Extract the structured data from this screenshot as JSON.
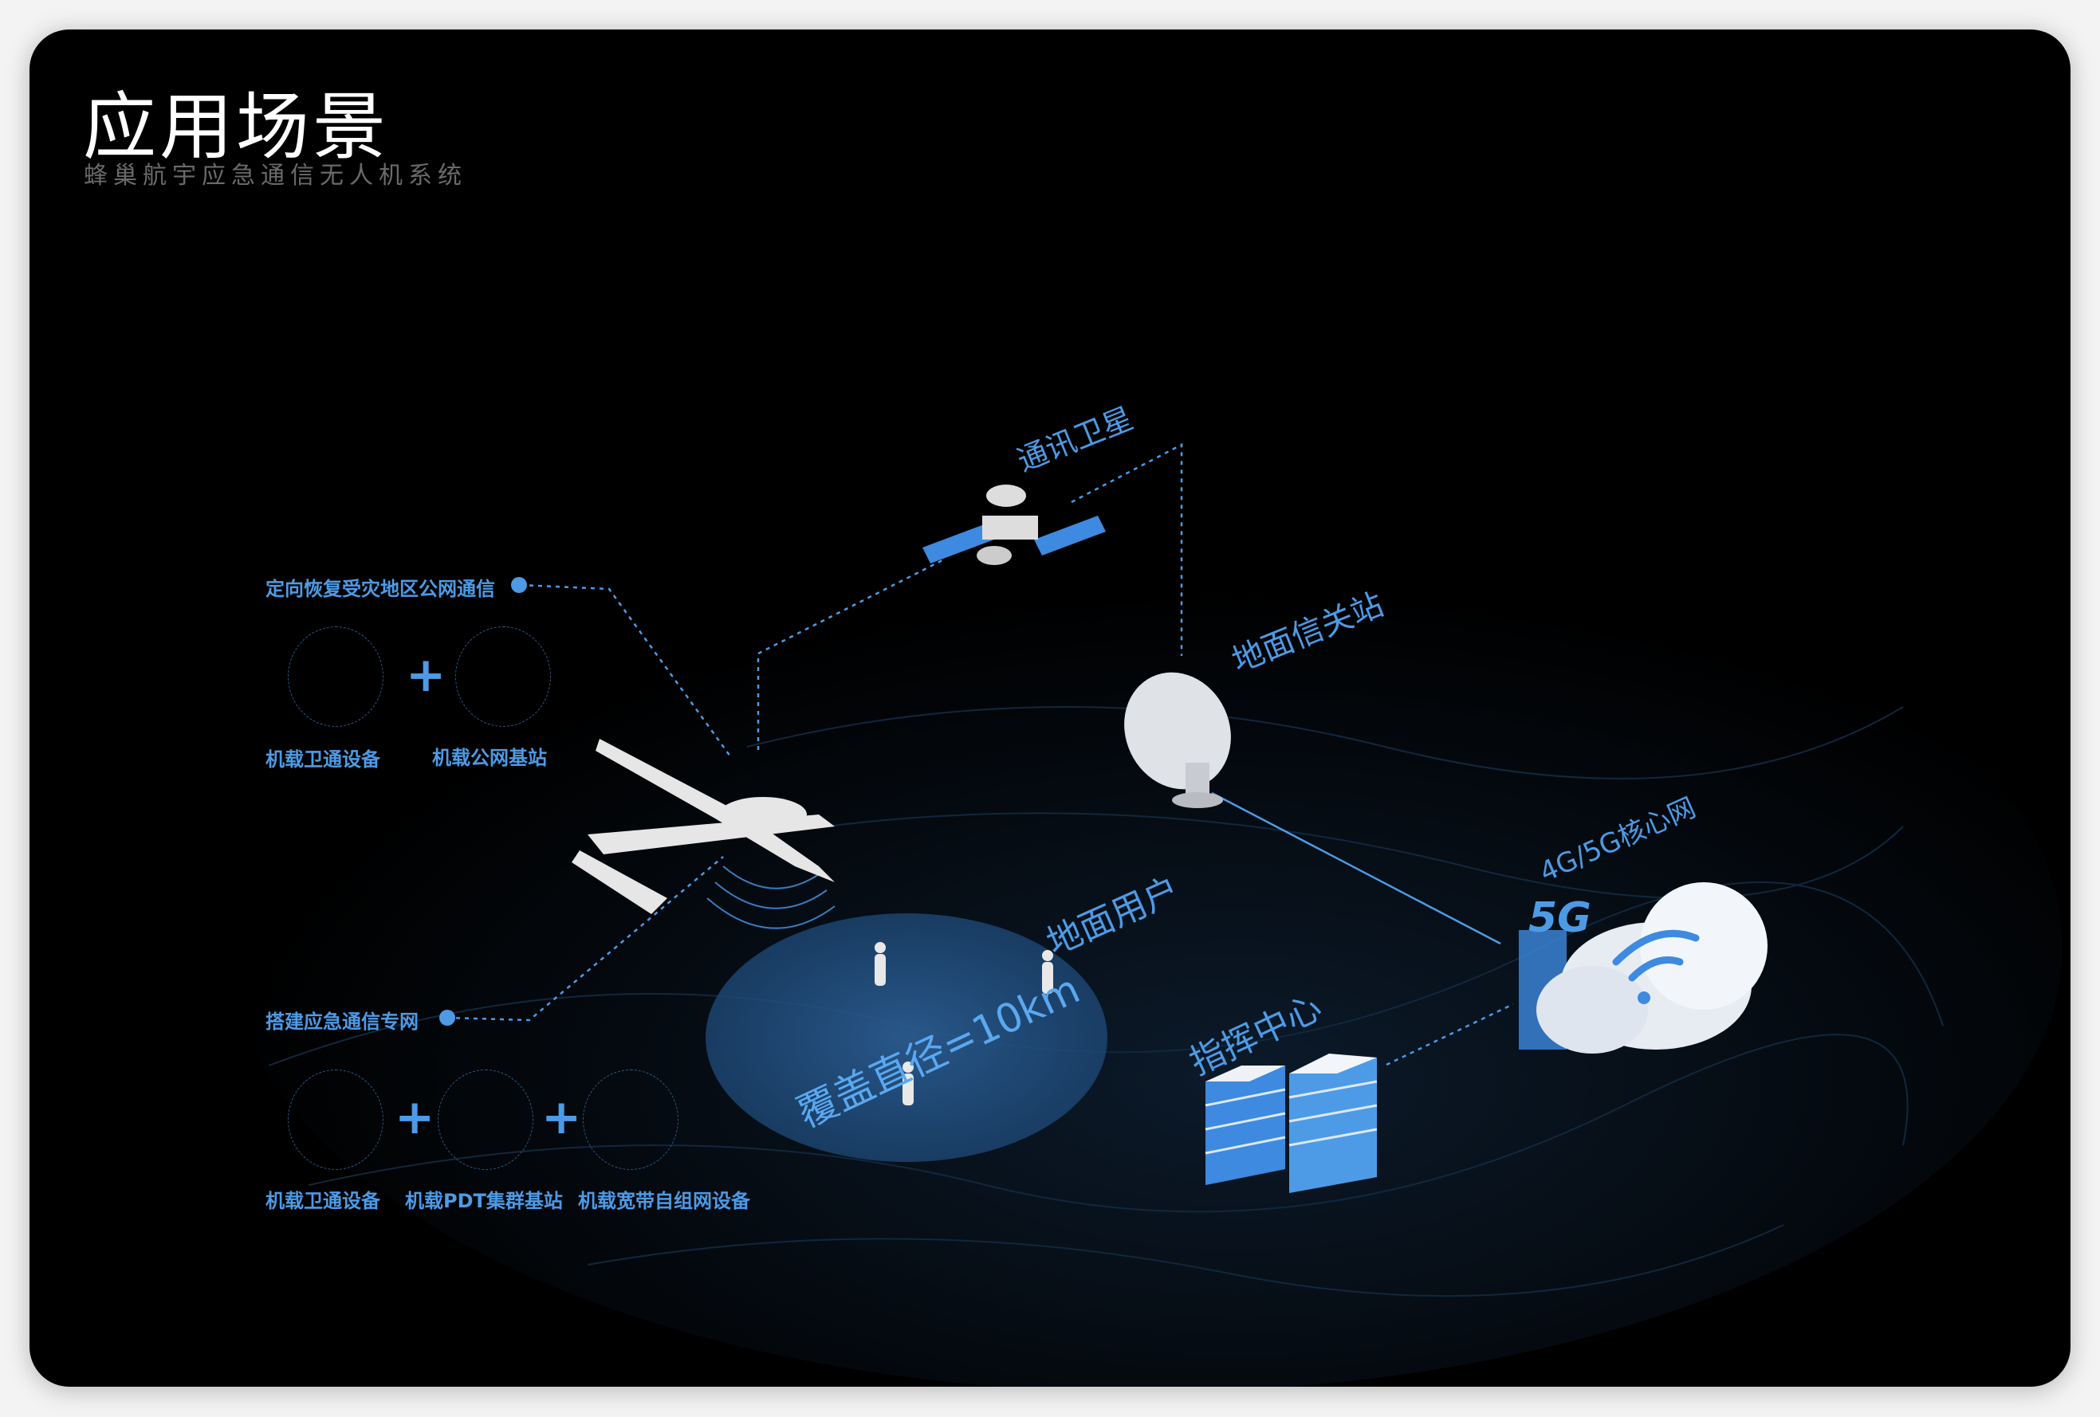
{
  "header": {
    "title": "应用场景",
    "subtitle": "蜂巢航宇应急通信无人机系统"
  },
  "groups": [
    {
      "label": "定向恢复受灾地区公网通信",
      "devices": [
        "机载卫通设备",
        "机载公网基站"
      ]
    },
    {
      "label": "搭建应急通信专网",
      "devices": [
        "机载卫通设备",
        "机载PDT集群基站",
        "机载宽带自组网设备"
      ]
    }
  ],
  "plus": "+",
  "scene": {
    "satellite": "通讯卫星",
    "gateway": "地面信关站",
    "core_network": "4G/5G核心网",
    "ground_users": "地面用户",
    "coverage": "覆盖直径=10km",
    "command_center": "指挥中心",
    "badge_5g": "5G"
  },
  "colors": {
    "accent": "#4d9be6",
    "background": "#000000"
  }
}
